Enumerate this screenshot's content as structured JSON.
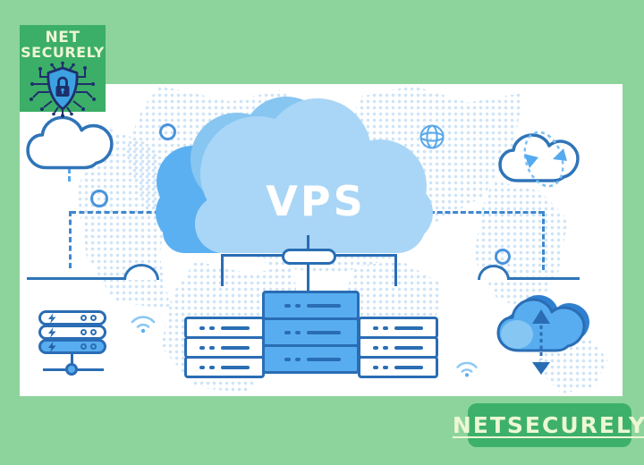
{
  "page": {
    "background_color": "#8dd49c",
    "panel_color": "#ffffff"
  },
  "logo": {
    "line1": "NET",
    "line2": "SECURELY",
    "icon": "shield-lock-circuit-icon",
    "background_color": "#3bae67",
    "text_color": "#eef5d6"
  },
  "brand_box": {
    "label": "NETSECURELY",
    "background_color": "#3db06c",
    "text_color": "#ecf7d3"
  },
  "illustration": {
    "cloud_label": "VPS",
    "icons": {
      "left": "upload-cloud-icon",
      "right": "sync-cloud-icon",
      "bottom_right": "transfer-cloud-icon",
      "globe": "globe-icon",
      "wifi": "wifi-icon",
      "rack": "server-rack-icon",
      "stacks": "server-stack-icon",
      "background": "world-map-dots"
    },
    "colors": {
      "outline_blue": "#2a6db4",
      "fill_blue": "#58adf0",
      "cloud_light": "#a9d6f6",
      "cloud_mid": "#87c6f1",
      "cloud_back": "#5bb0f1",
      "map_dots": "#cfe4f7",
      "wifi_blue": "#8ac8f4",
      "navy": "#1e2f6d"
    }
  }
}
